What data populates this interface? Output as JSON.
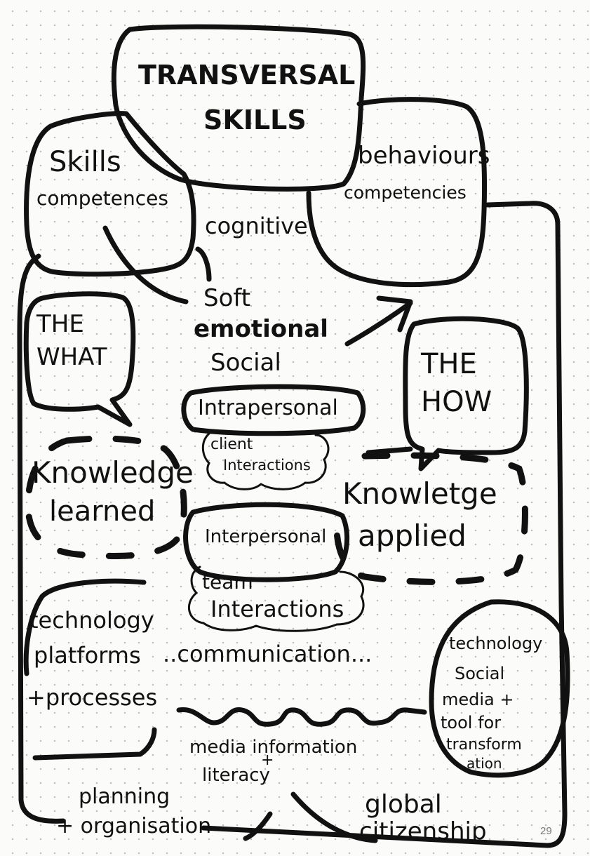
{
  "title": {
    "line1": "TRANSVERSAL",
    "line2": "SKILLS"
  },
  "skills_box": {
    "line1": "Skills",
    "line2": "competences"
  },
  "behaviours_box": {
    "line1": "behaviours",
    "line2": "competencies"
  },
  "cognitive": "cognitive",
  "soft": {
    "line1": "Soft",
    "line2": "emotional",
    "line3": "Social"
  },
  "the_what": {
    "line1": "THE",
    "line2": "WHAT"
  },
  "the_how": {
    "line1": "THE",
    "line2": "HOW"
  },
  "intrapersonal": "Intrapersonal",
  "client": {
    "line1": "client",
    "line2": "Interactions"
  },
  "knowledge_learned": {
    "line1": "Knowledge",
    "line2": "learned"
  },
  "knowledge_applied": {
    "line1": "Knowletge",
    "line2": "applied"
  },
  "interpersonal": "Interpersonal",
  "team": {
    "line1": "team",
    "line2": "Interactions"
  },
  "technology_left": {
    "line1": "technology",
    "line2": "platforms",
    "line3": "+processes"
  },
  "communication": "..communication...",
  "technology_right": {
    "line1": "technology",
    "line2": "Social",
    "line3": "media +",
    "line4": "tool for",
    "line5": "transform",
    "line6": "ation"
  },
  "media_info": {
    "line1": "media information",
    "line2": "+",
    "line3": "literacy"
  },
  "planning": {
    "line1": "planning",
    "line2": "+ organisation"
  },
  "global": {
    "line1": "global",
    "line2": "citizenship"
  },
  "page_number": "29"
}
